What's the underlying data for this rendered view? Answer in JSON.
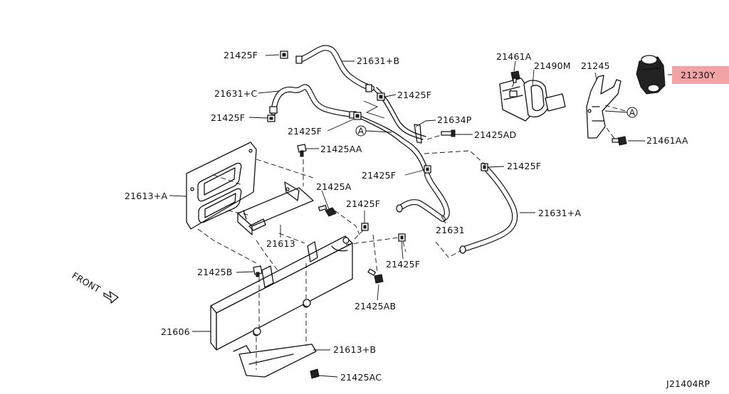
{
  "diagram": {
    "reference_code": "J21404RP",
    "front_label": "FRONT",
    "highlight_color": "#f1a3a6",
    "highlighted_part": "21230Y",
    "callout_marker": "A",
    "labels": {
      "p21425F_a": "21425F",
      "p21631B": "21631+B",
      "p21631C": "21631+C",
      "p21425F_b": "21425F",
      "p21425F_c": "21425F",
      "p21425F_d": "21425F",
      "p21634P": "21634P",
      "p21425AD": "21425AD",
      "p21461A": "21461A",
      "p21490M": "21490M",
      "p21245": "21245",
      "p21230Y": "21230Y",
      "p21461AA": "21461AA",
      "p21425AA": "21425AA",
      "p21425F_e": "21425F",
      "p21425F_f": "21425F",
      "p21613A": "21613+A",
      "p21425A": "21425A",
      "p21425F_g": "21425F",
      "p21631": "21631",
      "p21631A": "21631+A",
      "p21613": "21613",
      "p21425B": "21425B",
      "p21425F_h": "21425F",
      "p21425AB": "21425AB",
      "p21606": "21606",
      "p21613B": "21613+B",
      "p21425AC": "21425AC"
    }
  }
}
